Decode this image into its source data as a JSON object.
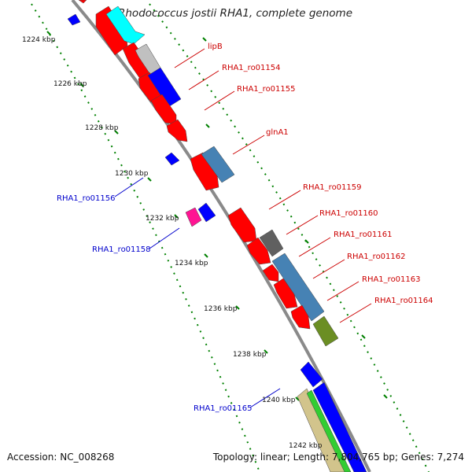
{
  "title": "Rhodococcus jostii RHA1, complete genome",
  "accession_text": "Accession: NC_008268",
  "topology_text": "Topology: linear; Length: 7,804,765 bp; Genes: 7,274",
  "colors": {
    "forward_label": "#cc0000",
    "reverse_label": "#0000cc",
    "red": "#ff0000",
    "blue": "#0000ff",
    "steel": "#4682b4",
    "grey": "#c0c0c0",
    "darkgrey": "#606060",
    "cyan": "#00ffff",
    "magenta": "#ff1493",
    "olive": "#6b8e23",
    "tan": "#d2c48c",
    "green": "#32cd32",
    "tick": "#008000"
  },
  "ticks": [
    {
      "label": "1224 kbp",
      "t": 0.0
    },
    {
      "label": "1226 kbp",
      "t": 0.1
    },
    {
      "label": "1228 kbp",
      "t": 0.2
    },
    {
      "label": "1230 kbp",
      "t": 0.3
    },
    {
      "label": "1232 kbp",
      "t": 0.4
    },
    {
      "label": "1234 kbp",
      "t": 0.5
    },
    {
      "label": "1236 kbp",
      "t": 0.6
    },
    {
      "label": "1238 kbp",
      "t": 0.7
    },
    {
      "label": "1240 kbp",
      "t": 0.8
    },
    {
      "label": "1242 kbp",
      "t": 0.9
    }
  ],
  "forward_labels": [
    "lipB",
    "RHA1_ro01154",
    "RHA1_ro01155",
    "glnA1",
    "RHA1_ro01159",
    "RHA1_ro01160",
    "RHA1_ro01161",
    "RHA1_ro01162",
    "RHA1_ro01163",
    "RHA1_ro01164"
  ],
  "reverse_labels": [
    "RHA1_ro01156",
    "RHA1_ro01158",
    "RHA1_ro01165"
  ]
}
